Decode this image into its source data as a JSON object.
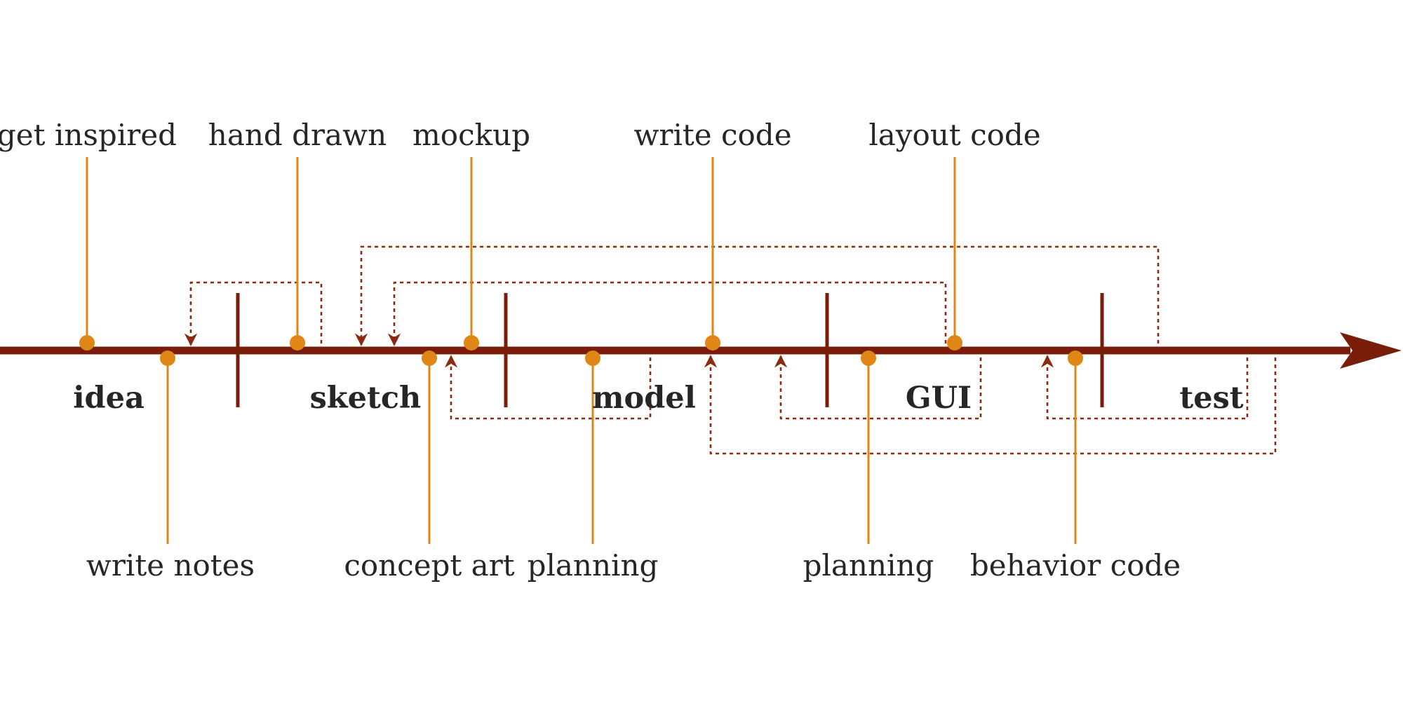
{
  "colors": {
    "axis": "#7a1c0a",
    "task": "#df8616",
    "text": "#262626",
    "feedback": "#8a2a10"
  },
  "phases": [
    {
      "label": "idea"
    },
    {
      "label": "sketch"
    },
    {
      "label": "model"
    },
    {
      "label": "GUI"
    },
    {
      "label": "test"
    }
  ],
  "tasks_above": [
    {
      "label": "get inspired"
    },
    {
      "label": "hand drawn"
    },
    {
      "label": "mockup"
    },
    {
      "label": "write code"
    },
    {
      "label": "layout code"
    }
  ],
  "tasks_below": [
    {
      "label": "write notes"
    },
    {
      "label": "concept art"
    },
    {
      "label": "planning"
    },
    {
      "label": "planning"
    },
    {
      "label": "behavior code"
    }
  ]
}
